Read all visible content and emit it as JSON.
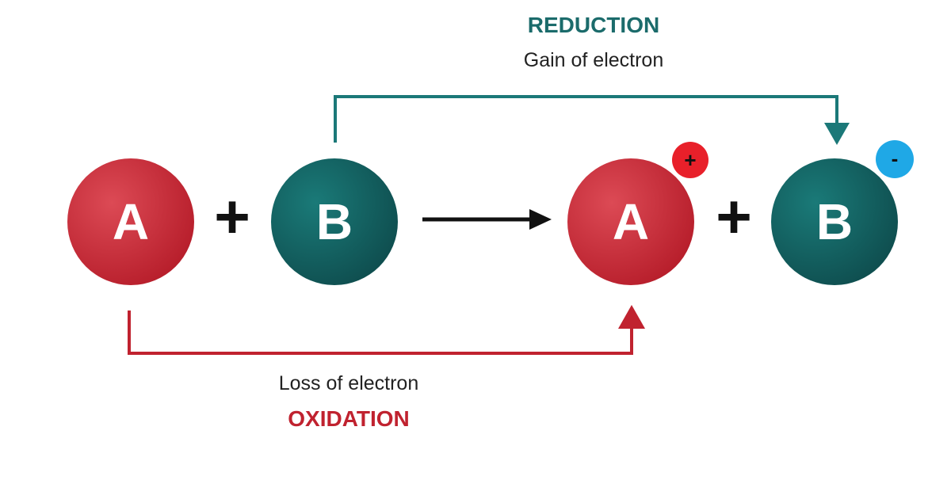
{
  "reduction": {
    "title": "REDUCTION",
    "subtitle": "Gain of electron",
    "color": "#1b6b6b"
  },
  "oxidation": {
    "title": "OXIDATION",
    "subtitle": "Loss of electron",
    "color": "#c0222f"
  },
  "reactants": {
    "atom_a": "A",
    "plus": "+",
    "atom_b": "B"
  },
  "products": {
    "atom_a": "A",
    "charge_a": "+",
    "plus": "+",
    "atom_b": "B",
    "charge_b": "-"
  },
  "colors": {
    "atom_a": "#c8303b",
    "atom_b": "#145e5e",
    "charge_pos": "#e8202a",
    "charge_neg": "#1fa8e6",
    "arrow": "#111111"
  }
}
